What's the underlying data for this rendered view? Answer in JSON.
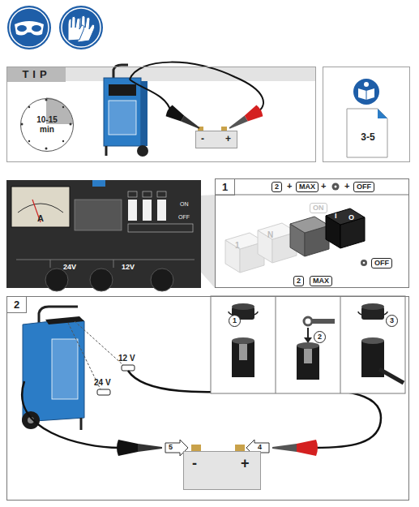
{
  "diagram": {
    "nodes": [
      {
        "text": [
          "TIP"
        ]
      },
      {
        "text": [
          "10-15 min"
        ],
        "in": 0
      },
      {
        "text": [
          "-",
          "+"
        ],
        "in": 0
      },
      {
        "text": [
          "3-5"
        ]
      },
      {
        "text": [
          "1"
        ]
      },
      {
        "text": [
          "2"
        ]
      },
      {
        "text": [
          "-",
          "+"
        ],
        "in": 5
      }
    ],
    "labels": [
      "2",
      "+",
      "MAX",
      "+",
      "+",
      "OFF",
      "1",
      "N",
      "ON",
      "I",
      "O",
      "2",
      "MAX",
      "OFF",
      "A",
      "ON",
      "OFF",
      "24V",
      "12V",
      "12 V",
      "24 V",
      "1",
      "2",
      "3",
      "5",
      "4"
    ]
  }
}
